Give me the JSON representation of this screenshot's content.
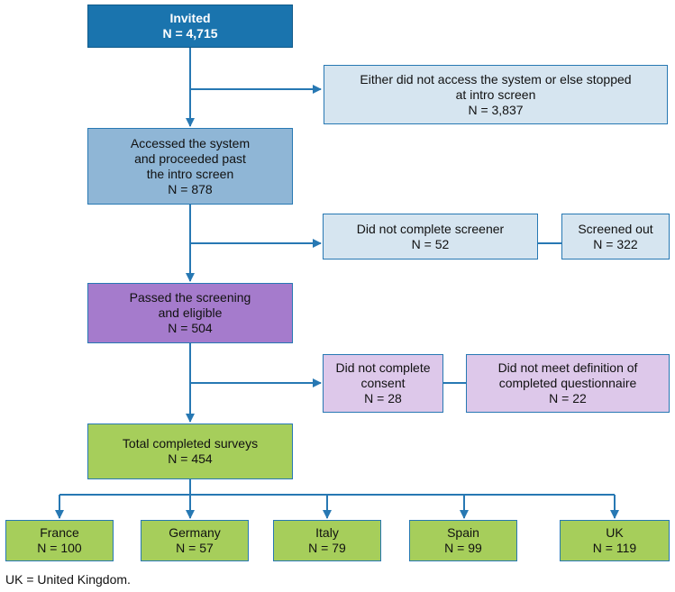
{
  "boxes": {
    "invited": {
      "title": "Invited",
      "n": "N = 4,715"
    },
    "not_accessed": {
      "line1": "Either did not access the system or else stopped",
      "line2": "at intro screen",
      "n": "N = 3,837"
    },
    "accessed": {
      "line1": "Accessed the system",
      "line2": "and proceeded past",
      "line3": "the intro screen",
      "n": "N = 878"
    },
    "not_complete_screener": {
      "title": "Did not complete screener",
      "n": "N = 52"
    },
    "screened_out": {
      "title": "Screened out",
      "n": "N = 322"
    },
    "passed": {
      "line1": "Passed the screening",
      "line2": "and eligible",
      "n": "N = 504"
    },
    "not_complete_consent": {
      "line1": "Did not complete",
      "line2": "consent",
      "n": "N = 28"
    },
    "not_meet_definition": {
      "line1": "Did not meet definition of",
      "line2": "completed questionnaire",
      "n": "N = 22"
    },
    "total_completed": {
      "title": "Total completed surveys",
      "n": "N = 454"
    },
    "countries": [
      {
        "name": "France",
        "n": "N = 100"
      },
      {
        "name": "Germany",
        "n": "N = 57"
      },
      {
        "name": "Italy",
        "n": "N = 79"
      },
      {
        "name": "Spain",
        "n": "N = 99"
      },
      {
        "name": "UK",
        "n": "N = 119"
      }
    ]
  },
  "footnote": "UK = United Kingdom.",
  "colors": {
    "line": "#2778b3",
    "invited": "#1a74ae",
    "light_blue": "#d6e5f0",
    "mid_blue": "#8fb6d6",
    "purple": "#a57bcc",
    "lavender": "#ddc8ea",
    "green": "#a6ce5b"
  }
}
